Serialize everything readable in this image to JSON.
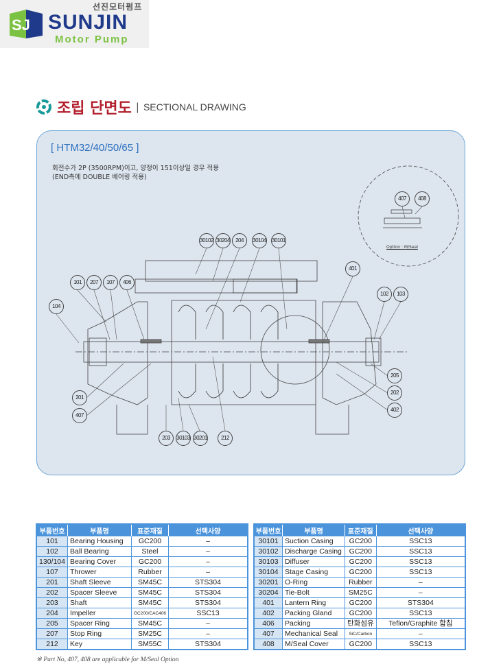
{
  "logo": {
    "korean": "선진모터펌프",
    "name": "SUNJIN",
    "sub": "Motor Pump",
    "colors": {
      "blue": "#1f3a8a",
      "green": "#7cc242"
    }
  },
  "title": {
    "korean": "조립 단면도",
    "separator": "|",
    "english": "SECTIONAL DRAWING"
  },
  "panel": {
    "model": "[ HTM32/40/50/65 ]",
    "note_line1": "회전수가 2P (3500RPM)이고, 양정이 151이상일 경우 적용",
    "note_line2": "(END측에 DOUBLE 베어링 적용)",
    "option_label": "Option : M/Seal",
    "callouts": {
      "c30102": "30102",
      "c30204": "30204",
      "c204": "204",
      "c30104": "30104",
      "c30101": "30101",
      "c401": "401",
      "c101": "101",
      "c207": "207",
      "c107": "107",
      "c406": "406",
      "c104": "104",
      "c102": "102",
      "c103": "103",
      "c205": "205",
      "c202": "202",
      "c402": "402",
      "c201": "201",
      "c407": "407",
      "c203": "203",
      "c30103": "30103",
      "c30201": "30201",
      "c212": "212",
      "opt407": "407",
      "opt408": "408"
    }
  },
  "tables": {
    "headers": [
      "부품번호",
      "부품명",
      "표준재질",
      "선택사양"
    ],
    "left": [
      [
        "101",
        "Bearing Housing",
        "GC200",
        "–"
      ],
      [
        "102",
        "Ball Bearing",
        "Steel",
        "–"
      ],
      [
        "130/104",
        "Bearing Cover",
        "GC200",
        "–"
      ],
      [
        "107",
        "Thrower",
        "Rubber",
        "–"
      ],
      [
        "201",
        "Shaft Sleeve",
        "SM45C",
        "STS304"
      ],
      [
        "202",
        "Spacer Sleeve",
        "SM45C",
        "STS304"
      ],
      [
        "203",
        "Shaft",
        "SM45C",
        "STS304"
      ],
      [
        "204",
        "Impeller",
        "GC200/CAC406",
        "SSC13"
      ],
      [
        "205",
        "Spacer Ring",
        "SM45C",
        "–"
      ],
      [
        "207",
        "Stop Ring",
        "SM25C",
        "–"
      ],
      [
        "212",
        "Key",
        "SM55C",
        "STS304"
      ]
    ],
    "right": [
      [
        "30101",
        "Suction Casing",
        "GC200",
        "SSC13"
      ],
      [
        "30102",
        "Discharge Casing",
        "GC200",
        "SSC13"
      ],
      [
        "30103",
        "Diffuser",
        "GC200",
        "SSC13"
      ],
      [
        "30104",
        "Stage Casing",
        "GC200",
        "SSC13"
      ],
      [
        "30201",
        "O-Ring",
        "Rubber",
        "–"
      ],
      [
        "30204",
        "Tie-Bolt",
        "SM25C",
        "–"
      ],
      [
        "401",
        "Lantern Ring",
        "GC200",
        "STS304"
      ],
      [
        "402",
        "Packing Gland",
        "GC200",
        "SSC13"
      ],
      [
        "406",
        "Packing",
        "탄화섬유",
        "Teflon/Graphite 함침"
      ],
      [
        "407",
        "Mechanical Seal",
        "SiC/Carbon",
        "–"
      ],
      [
        "408",
        "M/Seal Cover",
        "GC200",
        "SSC13"
      ]
    ]
  },
  "footnote": "※ Part No, 407, 408 are applicable for M/Seal Option"
}
